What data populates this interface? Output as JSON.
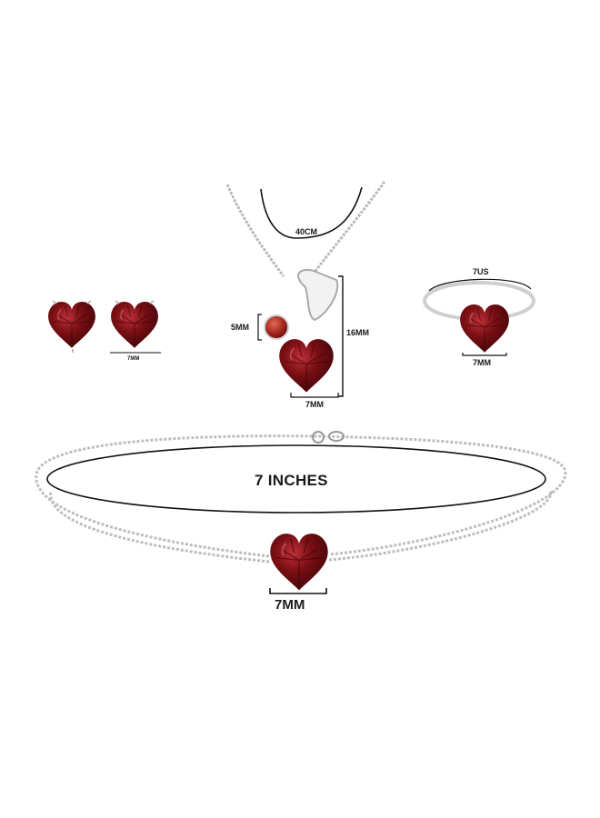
{
  "product_image": {
    "items": [
      "stud-earrings",
      "pendant-necklace",
      "ring",
      "bracelet"
    ],
    "measurements": {
      "necklace_length": "40CM",
      "accent_stone": "5MM",
      "pendant_height": "16MM",
      "pendant_heart": "7MM",
      "earring_heart": "7MM",
      "ring_size": "7US",
      "ring_heart": "7MM",
      "bracelet_length": "7 INCHES",
      "bracelet_heart": "7MM"
    },
    "colors": {
      "garnet": "#7a0f14",
      "garnet_dark": "#4d070b",
      "garnet_light": "#b3242a",
      "silver": "#c9c9c9",
      "line": "#111111",
      "background": "#ffffff"
    }
  }
}
